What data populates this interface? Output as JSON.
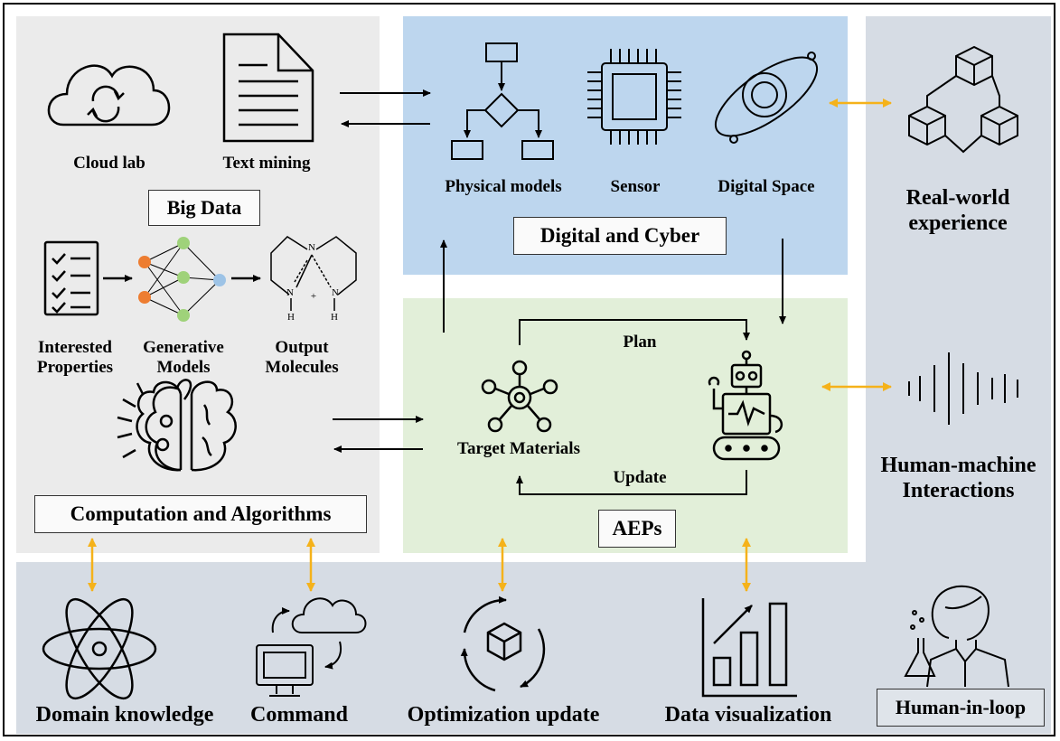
{
  "colors": {
    "gray_panel": "#ebebeb",
    "blue_panel": "#bdd6ee",
    "green_panel": "#e2efd9",
    "slate_panel": "#d6dce4",
    "accent_arrow": "#f5b21a",
    "node_orange": "#ed7d31",
    "node_green": "#9fd27a",
    "node_blue": "#9dc3e6"
  },
  "big_data": {
    "title": "Big Data",
    "cloud_lab": "Cloud lab",
    "text_mining": "Text mining"
  },
  "generative": {
    "properties": "Interested\nProperties",
    "models": "Generative\nModels",
    "molecules": "Output\nMolecules",
    "atom_n_top": "N",
    "atom_n_left": "N",
    "atom_n_right": "N",
    "atom_h_left": "H",
    "atom_h_right": "H",
    "charge": "+"
  },
  "computation": {
    "title": "Computation and Algorithms"
  },
  "digital": {
    "title": "Digital and Cyber",
    "physical_models": "Physical models",
    "sensor": "Sensor",
    "digital_space": "Digital Space"
  },
  "aeps": {
    "title": "AEPs",
    "target_materials": "Target Materials",
    "plan": "Plan",
    "update": "Update"
  },
  "human": {
    "real_world": "Real-world\nexperience",
    "interactions": "Human-machine\nInteractions",
    "in_loop": "Human-in-loop"
  },
  "bottom": {
    "domain_knowledge": "Domain knowledge",
    "command": "Command",
    "optimization_update": "Optimization update",
    "data_visualization": "Data visualization"
  }
}
